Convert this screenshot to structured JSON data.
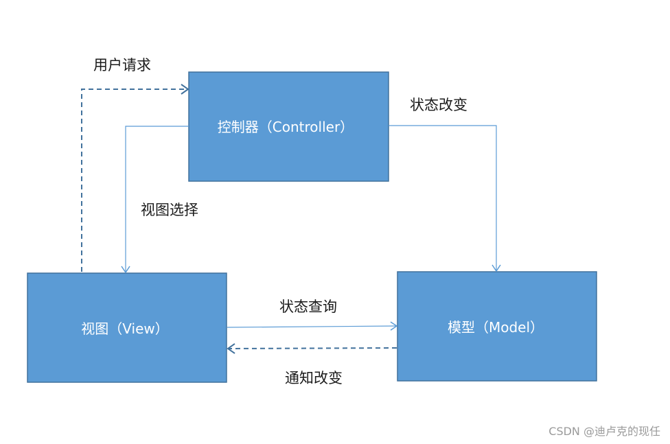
{
  "diagram": {
    "nodes": {
      "controller": "控制器（Controller）",
      "view": "视图（View）",
      "model": "模型（Model）"
    },
    "edges": {
      "user_request": "用户请求",
      "state_change": "状态改变",
      "view_select": "视图选择",
      "state_query": "状态查询",
      "notify_change": "通知改变"
    },
    "colors": {
      "box_fill": "#5b9bd5",
      "box_border": "#41719c",
      "arrow_solid": "#5b9bd5",
      "arrow_dashed": "#41719c"
    }
  },
  "watermark": "CSDN @迪卢克的现任"
}
